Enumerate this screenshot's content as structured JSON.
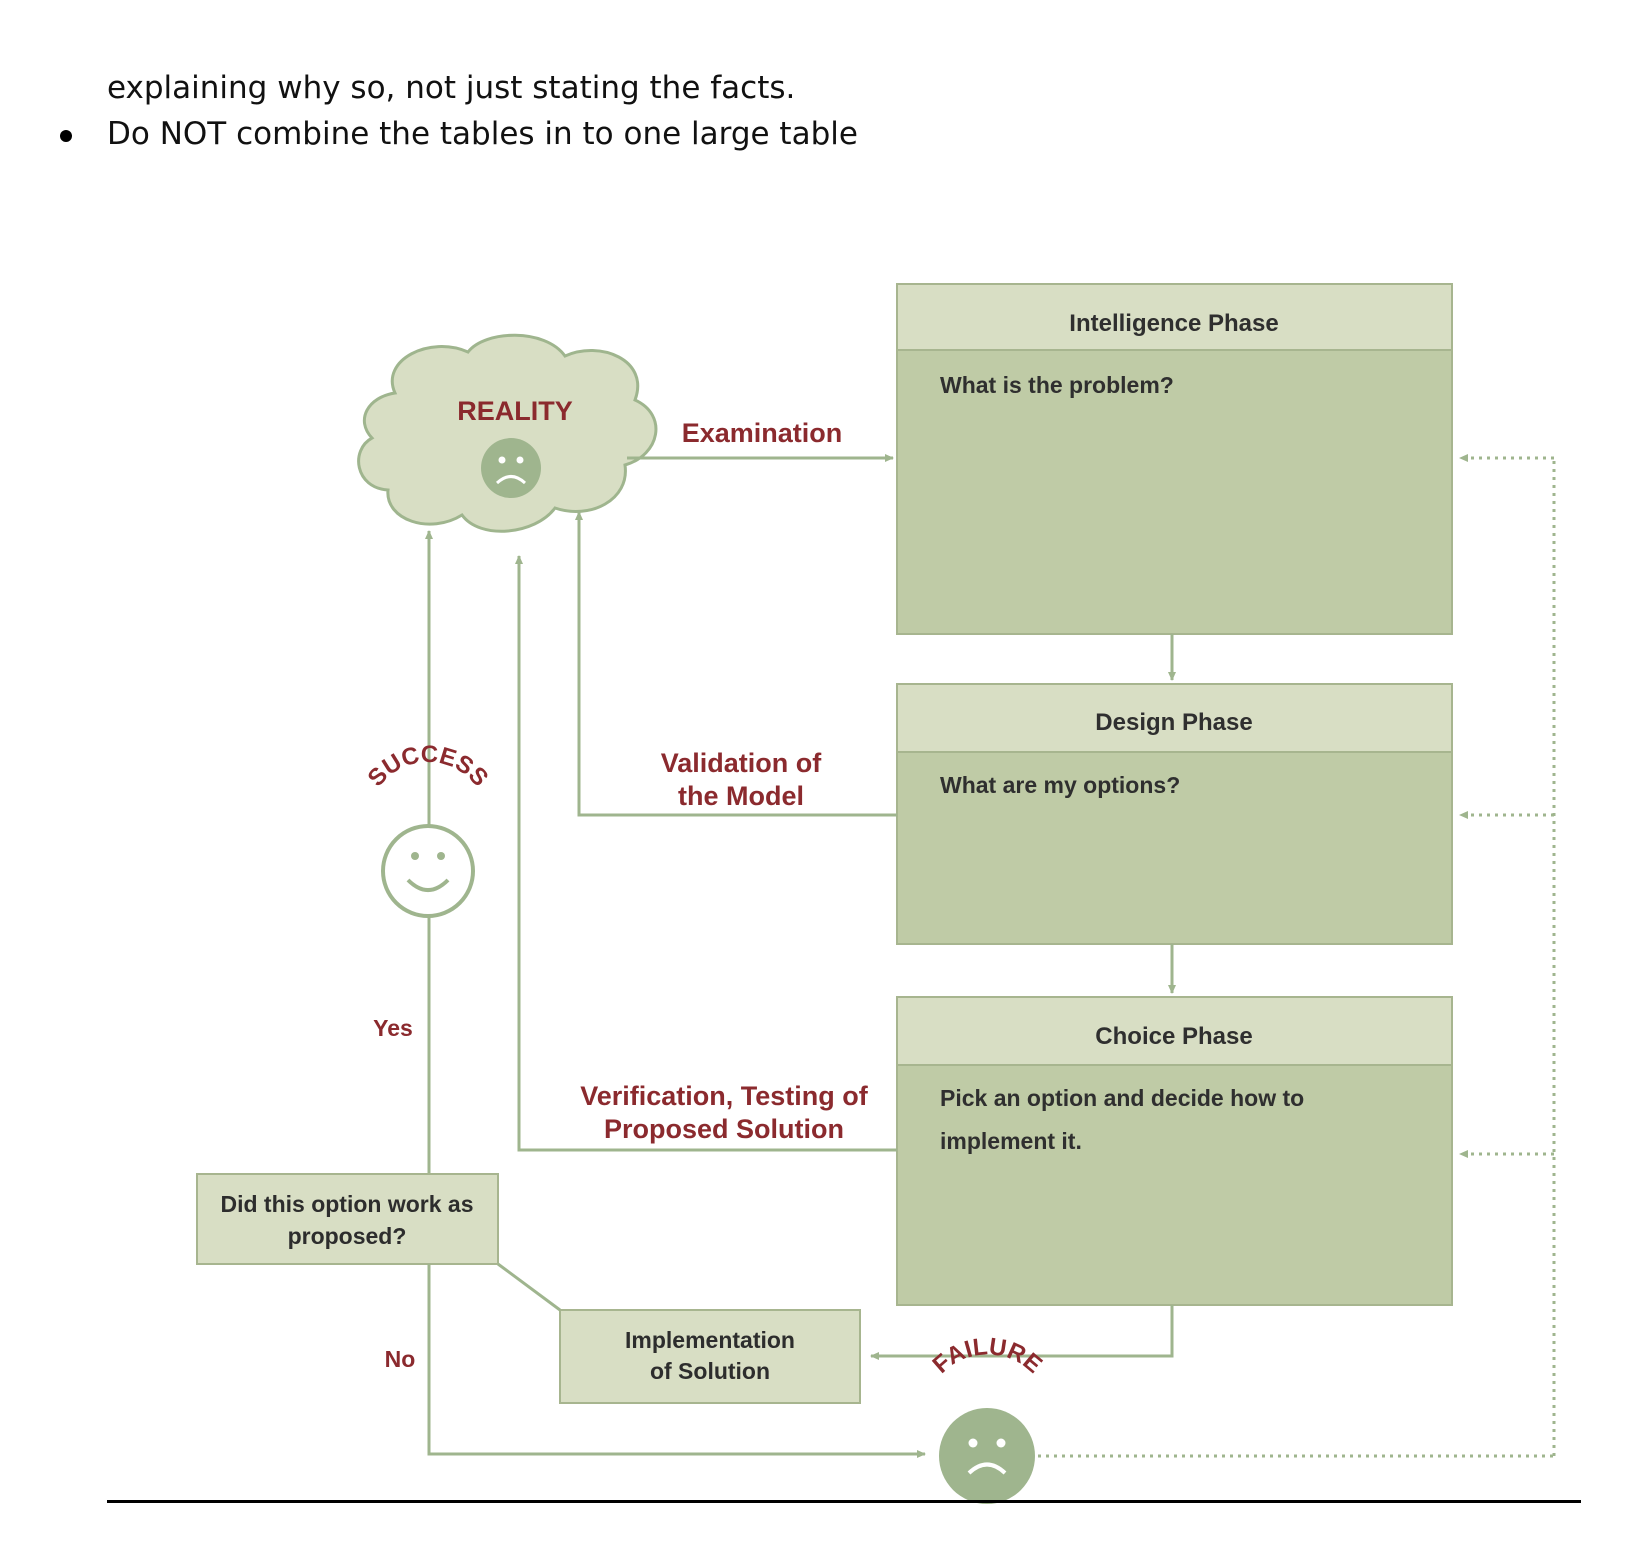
{
  "intro": {
    "line1": "explaining why so, not just stating the facts.",
    "line2": "Do NOT combine the tables in to one large table"
  },
  "diagram": {
    "reality": "REALITY",
    "success": "SUCCESS",
    "failure": "FAILURE",
    "examination": "Examination",
    "validation_line1": "Validation of",
    "validation_line2": "the Model",
    "verification_line1": "Verification, Testing of",
    "verification_line2": "Proposed Solution",
    "yes": "Yes",
    "no": "No",
    "question_line1": "Did this option work as",
    "question_line2": "proposed?",
    "implementation_line1": "Implementation",
    "implementation_line2": "of Solution",
    "phases": [
      {
        "title": "Intelligence Phase",
        "line1": "What is the problem?",
        "line2": ""
      },
      {
        "title": "Design Phase",
        "line1": "What are my options?",
        "line2": ""
      },
      {
        "title": "Choice Phase",
        "line1": "Pick an option and decide how to",
        "line2": "implement it."
      }
    ],
    "colors": {
      "box_fill": "#bfcba6",
      "box_header": "#d8dec4",
      "line": "#9fb58e",
      "label_red": "#8b2a2e",
      "face_fill": "#9fb58e"
    }
  }
}
